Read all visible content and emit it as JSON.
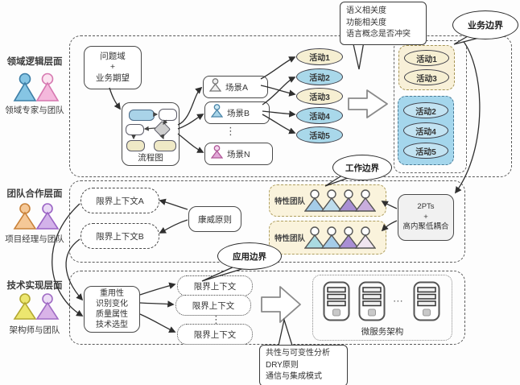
{
  "colors": {
    "activity_yellow": "#f6efd2",
    "activity_blue": "#a9d8ea",
    "group_yellow_bg": "#f8f0d8",
    "group_blue_bg": "#a4d6ec",
    "feature_team_bg": "#faf3dc",
    "line": "#2f2f2f"
  },
  "layers": [
    {
      "title": "领域逻辑层面",
      "subtitle": "领域专家与团队"
    },
    {
      "title": "团队合作层面",
      "subtitle": "项目经理与团队"
    },
    {
      "title": "技术实现层面",
      "subtitle": "架构师与团队"
    }
  ],
  "bubbles": {
    "business": "业务边界",
    "work": "工作边界",
    "application": "应用边界"
  },
  "callouts": {
    "top": "语义相关度\n功能相关度\n语言概念是否冲突",
    "bottom": "共性与可变性分析\nDRY原则\n通信与集成模式"
  },
  "domain": {
    "problem_box": "问题域\n+\n业务期望",
    "flowchart_label": "流程图",
    "scenes": [
      {
        "label": "场景A",
        "icon": "person-icon"
      },
      {
        "label": "场景B",
        "icon": "person-icon"
      },
      {
        "label": "场景N",
        "icon": "person-icon"
      }
    ],
    "scenes_ellipsis": "⋮",
    "activities": [
      {
        "label": "活动1"
      },
      {
        "label": "活动2"
      },
      {
        "label": "活动3"
      },
      {
        "label": "活动4"
      },
      {
        "label": "活动5"
      }
    ],
    "group_yellow": [
      {
        "label": "活动1"
      },
      {
        "label": "活动3"
      }
    ],
    "group_blue": [
      {
        "label": "活动2"
      },
      {
        "label": "活动4"
      },
      {
        "label": "活动5"
      }
    ]
  },
  "team": {
    "context_a": "限界上下文A",
    "context_b": "限界上下文B",
    "conway": "康威原则",
    "feature_team_1": "特性团队",
    "feature_team_2": "特性团队",
    "pts_box": "2PTs\n+\n高内聚低耦合"
  },
  "tech": {
    "criteria": "重用性\n识别变化\n质量属性\n技术选型",
    "contexts": [
      {
        "label": "限界上下文"
      },
      {
        "label": "限界上下文"
      },
      {
        "label": "限界上下文"
      }
    ],
    "contexts_ellipsis": "⋮",
    "servers_ellipsis": "⋯",
    "microservices_label": "微服务架构"
  }
}
